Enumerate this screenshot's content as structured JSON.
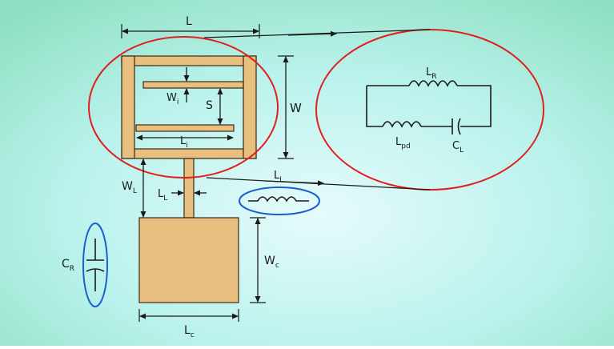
{
  "colors": {
    "background_center": "#e6fbfb",
    "background_mid": "#b9f2ec",
    "background_edge": "#8fe0c2",
    "metal": "#e9bf7f",
    "metal_outline": "#3a2a14",
    "red_ellipse": "#e02020",
    "blue_ellipse": "#1a5fd0",
    "line": "#1a1a1a"
  },
  "labels": {
    "L": "L",
    "W": "W",
    "Wi": {
      "main": "W",
      "sub": "i"
    },
    "S": "S",
    "Li": {
      "main": "L",
      "sub": "i"
    },
    "WL": {
      "main": "W",
      "sub": "L"
    },
    "LL_left": {
      "main": "L",
      "sub": "L"
    },
    "LL_top": {
      "main": "L",
      "sub": "L"
    },
    "Wc": {
      "main": "W",
      "sub": "c"
    },
    "Lc": {
      "main": "L",
      "sub": "c"
    },
    "CR": {
      "main": "C",
      "sub": "R"
    },
    "LR": {
      "main": "L",
      "sub": "R"
    },
    "Lpd": {
      "main": "L",
      "sub": "pd"
    },
    "CL": {
      "main": "C",
      "sub": "L"
    }
  },
  "icons": {
    "inductor_symbol": "inductor-coil-icon",
    "capacitor_symbol": "capacitor-icon",
    "arrowhead": "arrowhead-icon"
  }
}
